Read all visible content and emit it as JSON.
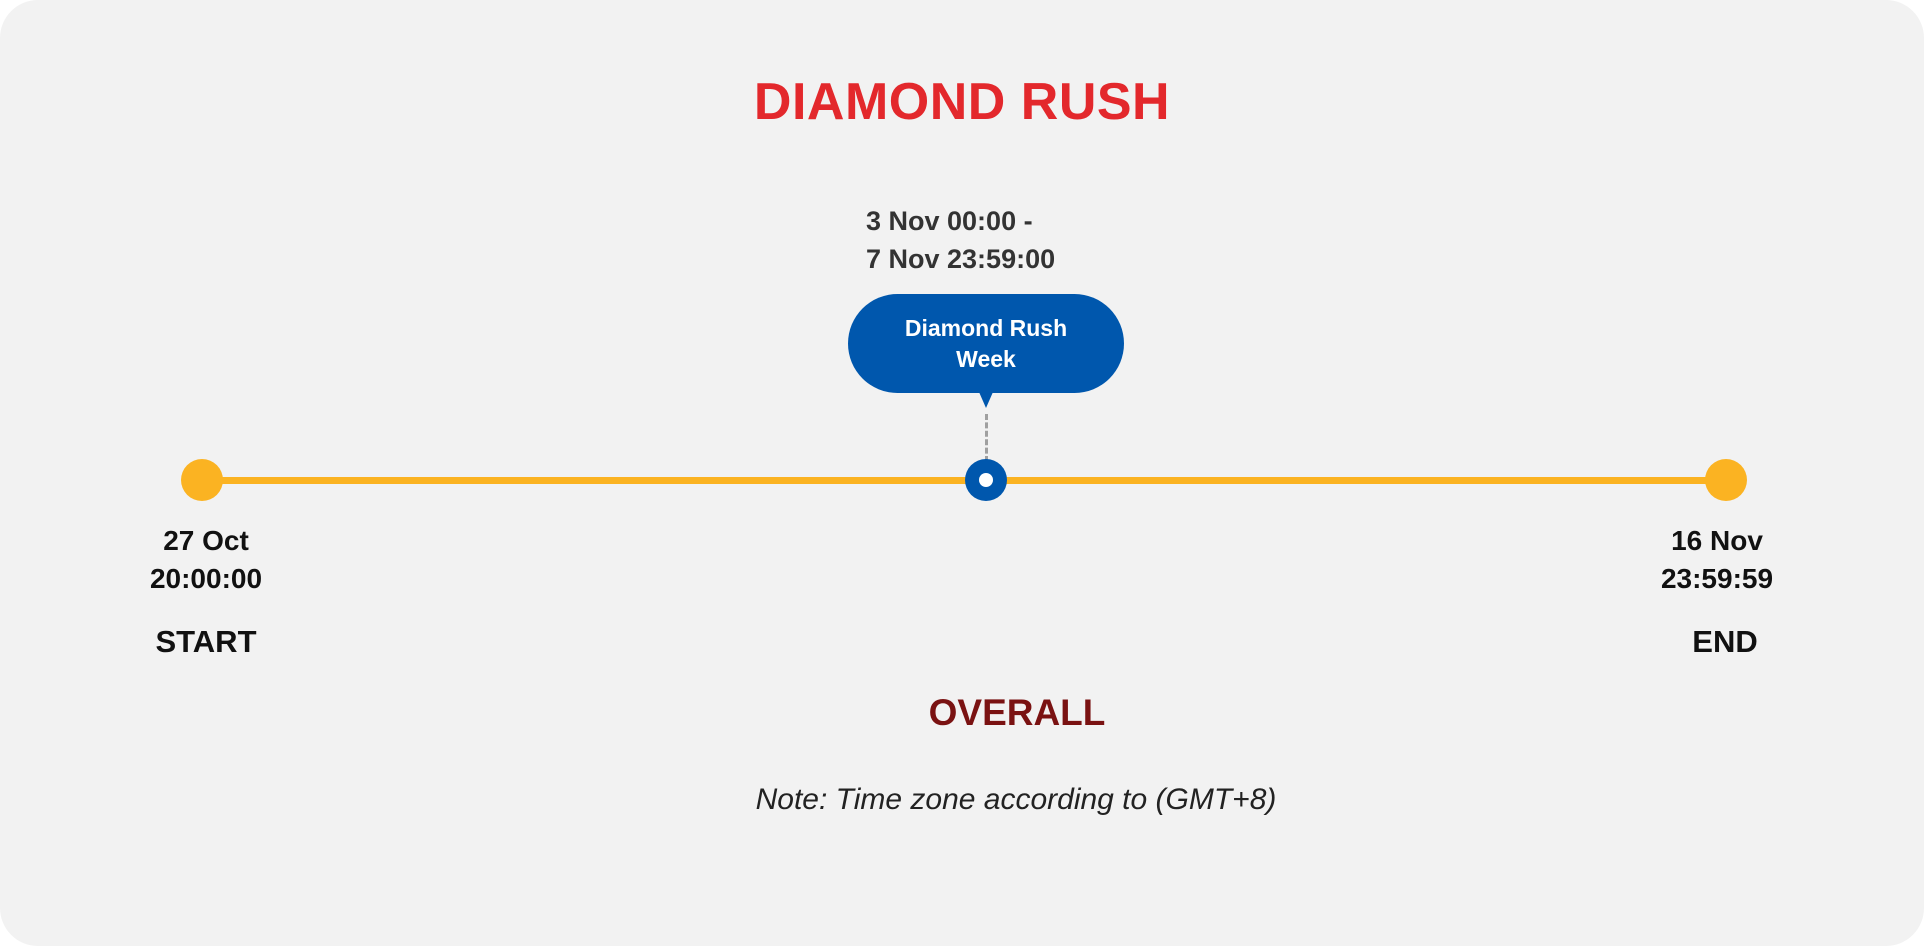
{
  "title": "DIAMOND RUSH",
  "event": {
    "range_line1": "3 Nov 00:00 -",
    "range_line2": "7 Nov 23:59:00",
    "name": "Diamond Rush Week"
  },
  "start": {
    "date": "27 Oct",
    "time": "20:00:00",
    "label": "START"
  },
  "end": {
    "date": "16 Nov",
    "time": "23:59:59",
    "label": "END"
  },
  "overall_label": "OVERALL",
  "note": "Note: Time zone according to (GMT+8)",
  "colors": {
    "title": "#e3282c",
    "timeline": "#fbb322",
    "event": "#0057ad",
    "overall": "#7a1212",
    "background": "#f2f2f2"
  }
}
